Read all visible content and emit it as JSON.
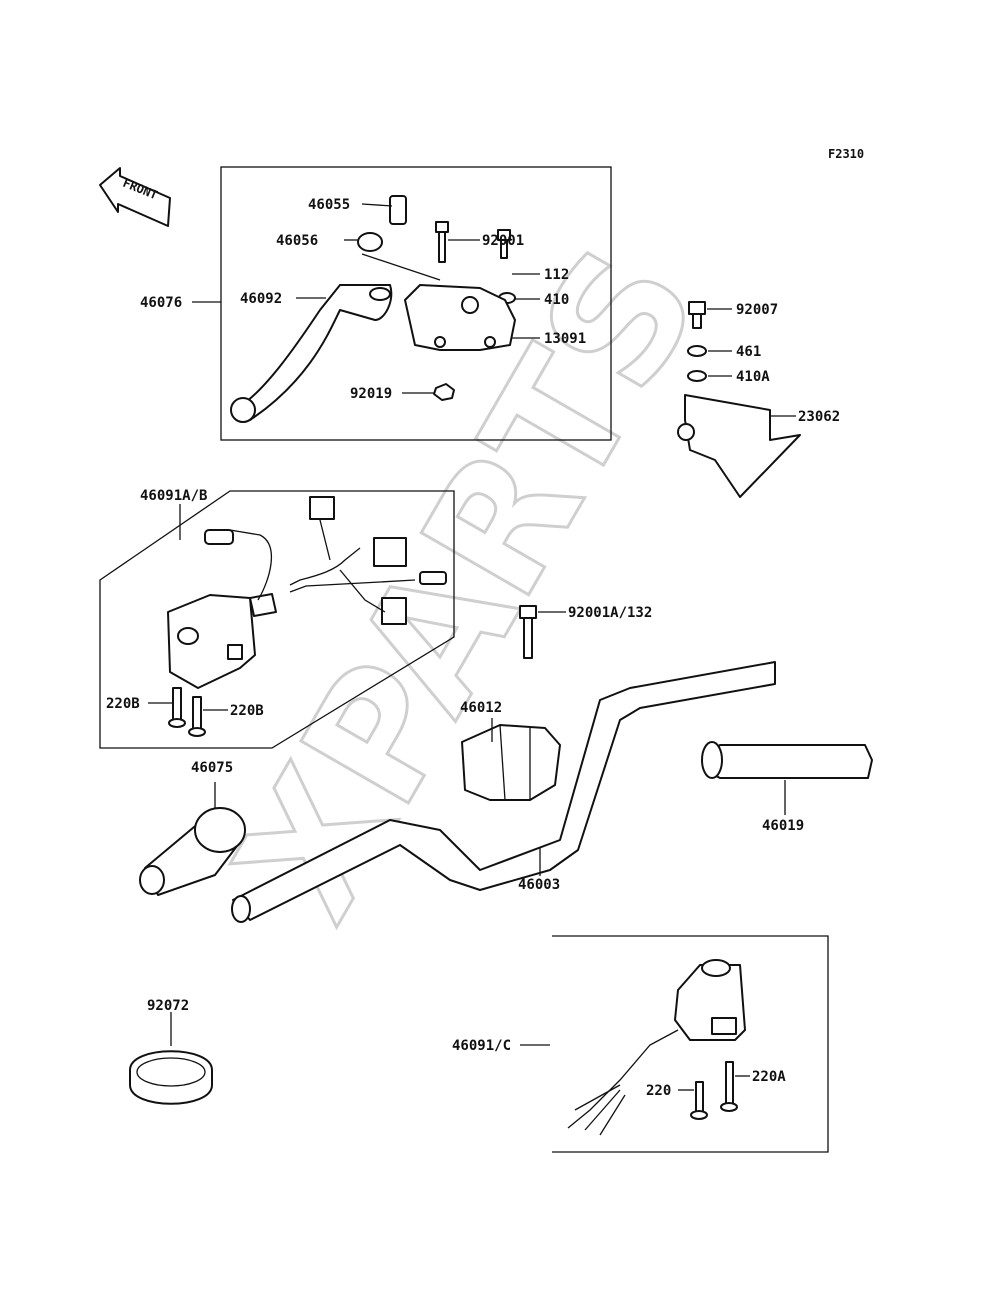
{
  "figure_code": "F2310",
  "front_label": "FRONT",
  "watermark": "XPARTS",
  "labels": {
    "p46055": "46055",
    "p46056": "46056",
    "p92001": "92001",
    "p112": "112",
    "p410": "410",
    "p13091": "13091",
    "p46076": "46076",
    "p46092": "46092",
    "p92019": "92019",
    "p92007": "92007",
    "p461": "461",
    "p410A": "410A",
    "p23062": "23062",
    "p46091AB": "46091A/B",
    "p220B_left": "220B",
    "p220B_right": "220B",
    "p92001A132": "92001A/132",
    "p46012": "46012",
    "p46075": "46075",
    "p46019": "46019",
    "p46003": "46003",
    "p92072": "92072",
    "p46091C": "46091/C",
    "p220": "220",
    "p220A": "220A"
  }
}
